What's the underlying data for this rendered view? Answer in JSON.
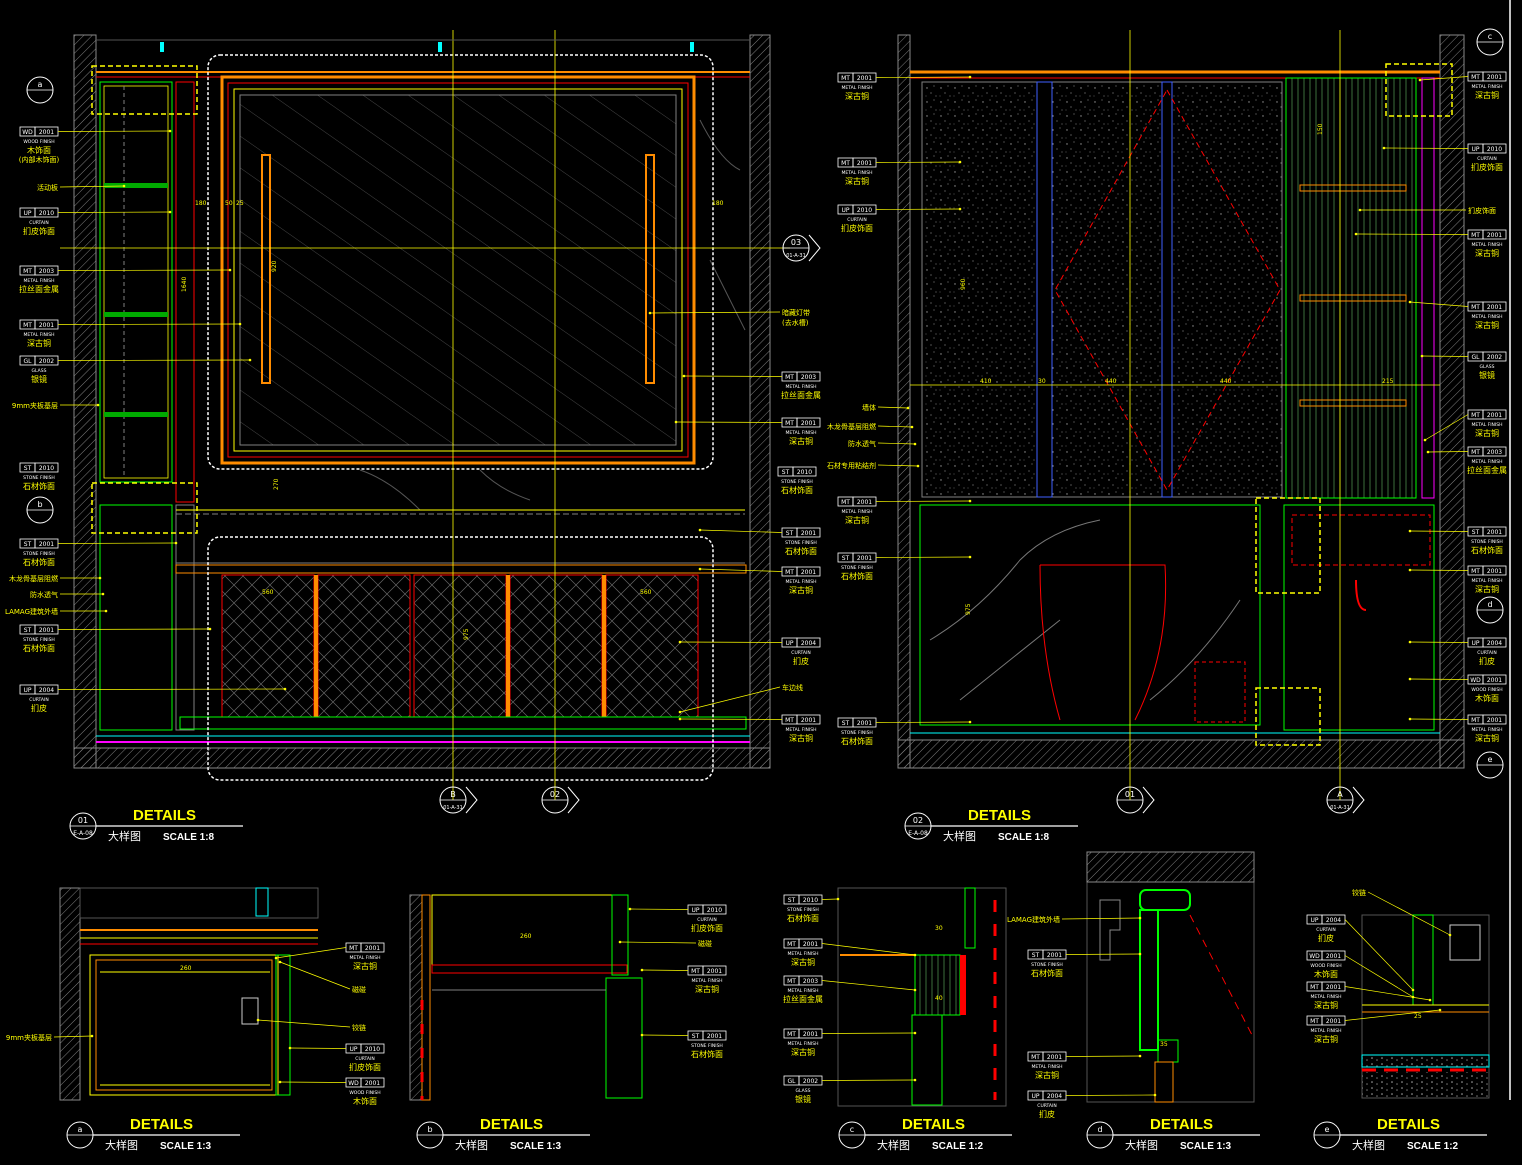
{
  "colors": {
    "background": "#000000",
    "yellow": "#ffff00",
    "white": "#ffffff",
    "red": "#ff0000",
    "green": "#00ff00",
    "cyan": "#00ffff",
    "orange": "#ff8c00",
    "magenta": "#ff00ff",
    "blue": "#4060ff",
    "gray": "#808080"
  },
  "titles": {
    "main1": {
      "num": "01",
      "ref": "E-A-08",
      "title": "DETAILS",
      "sub": "大样图",
      "scale": "SCALE 1:8"
    },
    "main2": {
      "num": "02",
      "ref": "E-A-08",
      "title": "DETAILS",
      "sub": "大样图",
      "scale": "SCALE 1:8"
    },
    "a": {
      "num": "a",
      "title": "DETAILS",
      "sub": "大样图",
      "scale": "SCALE 1:3"
    },
    "b": {
      "num": "b",
      "title": "DETAILS",
      "sub": "大样图",
      "scale": "SCALE 1:3"
    },
    "c": {
      "num": "c",
      "title": "DETAILS",
      "sub": "大样图",
      "scale": "SCALE 1:2"
    },
    "d": {
      "num": "d",
      "title": "DETAILS",
      "sub": "大样图",
      "scale": "SCALE 1:3"
    },
    "e": {
      "num": "e",
      "title": "DETAILS",
      "sub": "大样图",
      "scale": "SCALE 1:2"
    }
  },
  "markers": {
    "a": "a",
    "b": "b",
    "c": "c",
    "d": "d",
    "e": "e",
    "m03": "03",
    "m03ref": "01-A-31",
    "mB": "B",
    "mBref": "01-A-31",
    "m02": "02",
    "m01": "01",
    "mA": "A",
    "mAref": "01-A-31"
  },
  "tags": {
    "t1": {
      "code": "WD",
      "num": "2001",
      "en": "WOOD FINISH",
      "zh": "木饰面",
      "zh2": "(内部木饰面)"
    },
    "t2": {
      "zh": "活动板"
    },
    "t3": {
      "code": "UP",
      "num": "2010",
      "en": "CURTAIN",
      "zh": "扪皮饰面"
    },
    "t4": {
      "code": "MT",
      "num": "2003",
      "en": "METAL FINISH",
      "zh": "拉丝面金属"
    },
    "t5": {
      "code": "MT",
      "num": "2001",
      "en": "METAL FINISH",
      "zh": "深古铜"
    },
    "t6": {
      "code": "GL",
      "num": "2002",
      "en": "GLASS",
      "zh": "银镜"
    },
    "t7": {
      "zh": "9mm夹板基层"
    },
    "t8": {
      "code": "ST",
      "num": "2010",
      "en": "STONE FINISH",
      "zh": "石材饰面"
    },
    "t9": {
      "code": "ST",
      "num": "2001",
      "en": "STONE FINISH",
      "zh": "石材饰面"
    },
    "t10": {
      "zh": "木龙骨基层阻燃"
    },
    "t11": {
      "zh": "防水透气"
    },
    "t12": {
      "zh": "LAMAG建筑外墙"
    },
    "t13": {
      "code": "ST",
      "num": "2001",
      "en": "STONE FINISH",
      "zh": "石材饰面"
    },
    "t14": {
      "code": "UP",
      "num": "2004",
      "en": "CURTAIN",
      "zh": "扪皮"
    },
    "r1": {
      "zh": "暗藏灯带",
      "zh2": "(去水槽)"
    },
    "r2": {
      "code": "MT",
      "num": "2003",
      "en": "METAL FINISH",
      "zh": "拉丝面金属"
    },
    "r3": {
      "code": "MT",
      "num": "2001",
      "en": "METAL FINISH",
      "zh": "深古铜"
    },
    "r4": {
      "code": "ST",
      "num": "2010",
      "en": "STONE FINISH",
      "zh": "石材饰面"
    },
    "r5": {
      "code": "ST",
      "num": "2001",
      "en": "STONE FINISH",
      "zh": "石材饰面"
    },
    "r6": {
      "code": "MT",
      "num": "2001",
      "en": "METAL FINISH",
      "zh": "深古铜"
    },
    "r7": {
      "code": "UP",
      "num": "2004",
      "en": "CURTAIN",
      "zh": "扪皮"
    },
    "r8": {
      "zh": "车边线"
    },
    "r9": {
      "code": "MT",
      "num": "2001",
      "en": "METAL FINISH",
      "zh": "深古铜"
    },
    "p2l1": {
      "code": "MT",
      "num": "2001",
      "en": "METAL FINISH",
      "zh": "深古铜"
    },
    "p2l2": {
      "code": "MT",
      "num": "2001",
      "en": "METAL FINISH",
      "zh": "深古铜"
    },
    "p2l3": {
      "code": "UP",
      "num": "2010",
      "en": "CURTAIN",
      "zh": "扪皮饰面"
    },
    "p2l4": {
      "zh": "墙体"
    },
    "p2l5": {
      "zh": "木龙骨基层阻燃"
    },
    "p2l6": {
      "zh": "防水透气"
    },
    "p2l7": {
      "zh": "石材专用粘结剂"
    },
    "p2l8": {
      "code": "MT",
      "num": "2001",
      "en": "METAL FINISH",
      "zh": "深古铜"
    },
    "p2l9": {
      "code": "ST",
      "num": "2001",
      "en": "STONE FINISH",
      "zh": "石材饰面"
    },
    "p2l10": {
      "code": "ST",
      "num": "2001",
      "en": "STONE FINISH",
      "zh": "石材饰面"
    },
    "p2r1": {
      "code": "MT",
      "num": "2001",
      "en": "METAL FINISH",
      "zh": "深古铜"
    },
    "p2r2": {
      "code": "UP",
      "num": "2010",
      "en": "CURTAIN",
      "zh": "扪皮饰面"
    },
    "p2r3": {
      "zh": "扪皮饰面"
    },
    "p2r4": {
      "code": "MT",
      "num": "2001",
      "en": "METAL FINISH",
      "zh": "深古铜"
    },
    "p2r5": {
      "code": "MT",
      "num": "2001",
      "en": "METAL FINISH",
      "zh": "深古铜"
    },
    "p2r6": {
      "code": "GL",
      "num": "2002",
      "en": "GLASS",
      "zh": "银镜"
    },
    "p2r7": {
      "code": "MT",
      "num": "2001",
      "en": "METAL FINISH",
      "zh": "深古铜"
    },
    "p2r8": {
      "code": "MT",
      "num": "2003",
      "en": "METAL FINISH",
      "zh": "拉丝面金属"
    },
    "p2r9": {
      "code": "ST",
      "num": "2001",
      "en": "STONE FINISH",
      "zh": "石材饰面"
    },
    "p2r10": {
      "code": "MT",
      "num": "2001",
      "en": "METAL FINISH",
      "zh": "深古铜"
    },
    "p2r11": {
      "code": "UP",
      "num": "2004",
      "en": "CURTAIN",
      "zh": "扪皮"
    },
    "p2r12": {
      "code": "WD",
      "num": "2001",
      "en": "WOOD FINISH",
      "zh": "木饰面"
    },
    "p2r13": {
      "code": "MT",
      "num": "2001",
      "en": "METAL FINISH",
      "zh": "深古铜"
    },
    "da1": {
      "code": "MT",
      "num": "2001",
      "en": "METAL FINISH",
      "zh": "深古铜"
    },
    "da2": {
      "zh": "磁碰"
    },
    "da3": {
      "zh": "铰链"
    },
    "da4": {
      "code": "UP",
      "num": "2010",
      "en": "CURTAIN",
      "zh": "扪皮饰面"
    },
    "da5": {
      "code": "WD",
      "num": "2001",
      "en": "WOOD FINISH",
      "zh": "木饰面"
    },
    "da6": {
      "zh": "9mm夹板基层"
    },
    "db1": {
      "code": "UP",
      "num": "2010",
      "en": "CURTAIN",
      "zh": "扪皮饰面"
    },
    "db2": {
      "zh": "磁碰"
    },
    "db3": {
      "code": "MT",
      "num": "2001",
      "en": "METAL FINISH",
      "zh": "深古铜"
    },
    "db4": {
      "code": "ST",
      "num": "2001",
      "en": "STONE FINISH",
      "zh": "石材饰面"
    },
    "dc1": {
      "code": "ST",
      "num": "2010",
      "en": "STONE FINISH",
      "zh": "石材饰面"
    },
    "dc2": {
      "code": "MT",
      "num": "2001",
      "en": "METAL FINISH",
      "zh": "深古铜"
    },
    "dc3": {
      "code": "MT",
      "num": "2003",
      "en": "METAL FINISH",
      "zh": "拉丝面金属"
    },
    "dc4": {
      "code": "MT",
      "num": "2001",
      "en": "METAL FINISH",
      "zh": "深古铜"
    },
    "dc5": {
      "code": "GL",
      "num": "2002",
      "en": "GLASS",
      "zh": "银镜"
    },
    "dd1": {
      "zh": "LAMAG建筑外墙"
    },
    "dd2": {
      "code": "ST",
      "num": "2001",
      "en": "STONE FINISH",
      "zh": "石材饰面"
    },
    "dd3": {
      "code": "MT",
      "num": "2001",
      "en": "METAL FINISH",
      "zh": "深古铜"
    },
    "dd4": {
      "code": "UP",
      "num": "2004",
      "en": "CURTAIN",
      "zh": "扪皮"
    },
    "de1": {
      "zh": "铰链"
    },
    "de2": {
      "code": "UP",
      "num": "2004",
      "en": "CURTAIN",
      "zh": "扪皮"
    },
    "de3": {
      "code": "WD",
      "num": "2001",
      "en": "WOOD FINISH",
      "zh": "木饰面"
    },
    "de4": {
      "code": "MT",
      "num": "2001",
      "en": "METAL FINISH",
      "zh": "深古铜"
    },
    "de5": {
      "code": "MT",
      "num": "2001",
      "en": "METAL FINISH",
      "zh": "深古铜"
    }
  },
  "dims": {
    "d1": "1640",
    "d2": "180",
    "d3": "50",
    "d4": "25",
    "d5": "920",
    "d6": "975",
    "d7": "270",
    "d8": "560",
    "d9": "560",
    "d10": "180",
    "e1": "960",
    "e2": "410",
    "e3": "440",
    "e4": "440",
    "e5": "975",
    "e6": "30",
    "e7": "215",
    "e8": "150",
    "a1": "260",
    "b1": "260",
    "c1": "30",
    "c2": "40",
    "d1d": "35",
    "e1d": "25"
  }
}
